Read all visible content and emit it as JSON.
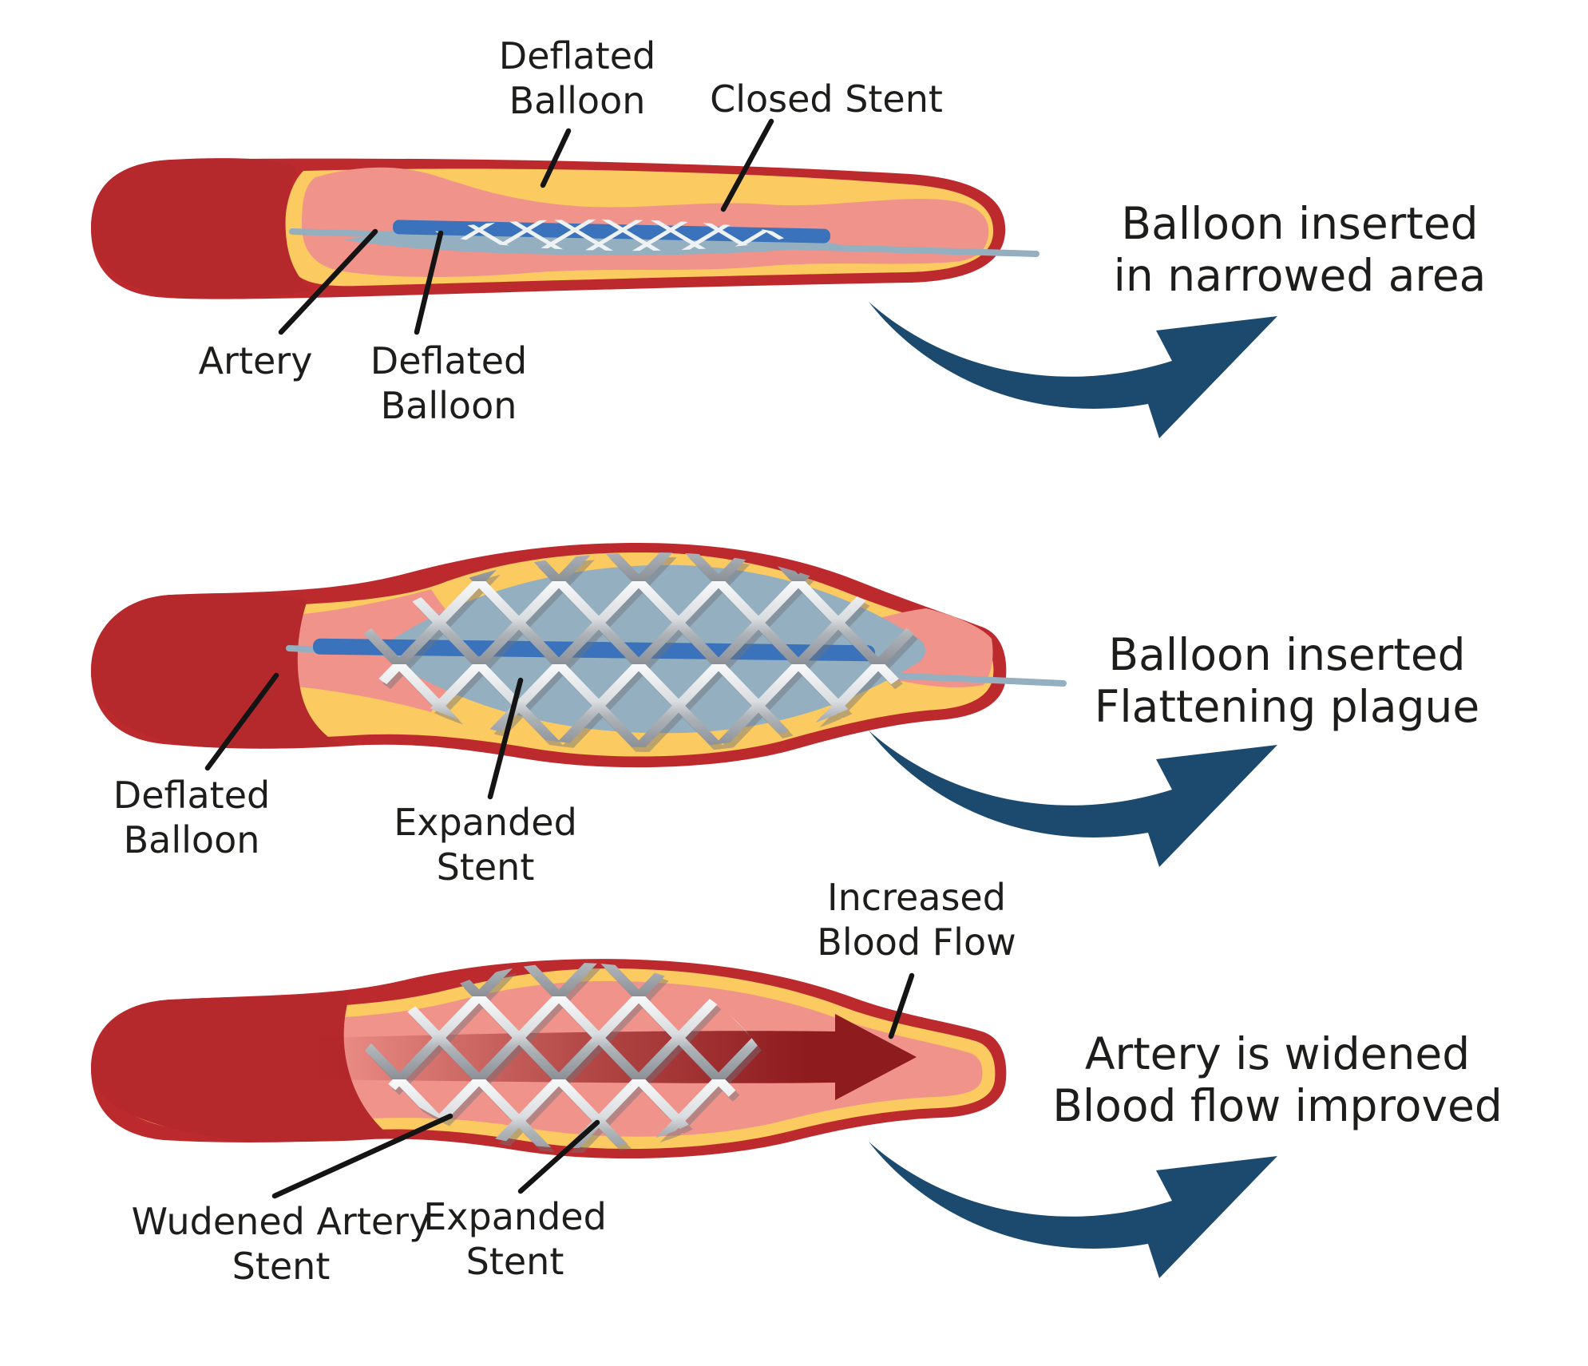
{
  "palette": {
    "background": "#ffffff",
    "artery_wall_red": "#bd2a2e",
    "artery_cap_red": "#b5282c",
    "plaque_yellow": "#fbca60",
    "lumen_salmon": "#f0938b",
    "balloon_sheath_blue_grey": "#93afc0",
    "catheter_blue": "#3b72bc",
    "stent_silver": "#c9ced3",
    "arrow_navy": "#1b4a6e",
    "blood_flow_red": "#8e1b1e",
    "text_ink": "#1d1d1b"
  },
  "stage1": {
    "label_deflated_balloon_top": [
      "Deflated",
      "Balloon"
    ],
    "label_closed_stent": "Closed Stent",
    "label_artery": "Artery",
    "label_deflated_balloon_bottom": [
      "Deflated",
      "Balloon"
    ],
    "caption": [
      "Balloon inserted",
      "in narrowed area"
    ]
  },
  "stage2": {
    "label_deflated_balloon": [
      "Deflated",
      "Balloon"
    ],
    "label_expanded_stent": [
      "Expanded",
      "Stent"
    ],
    "caption": [
      "Balloon inserted",
      "Flattening plague"
    ]
  },
  "stage3": {
    "label_increased_blood_flow": [
      "Increased",
      "Blood Flow"
    ],
    "label_widened_artery_stent": [
      "Wudened Artery",
      "Stent"
    ],
    "label_expanded_stent": [
      "Expanded",
      "Stent"
    ],
    "caption": [
      "Artery is widened",
      "Blood flow improved"
    ]
  }
}
